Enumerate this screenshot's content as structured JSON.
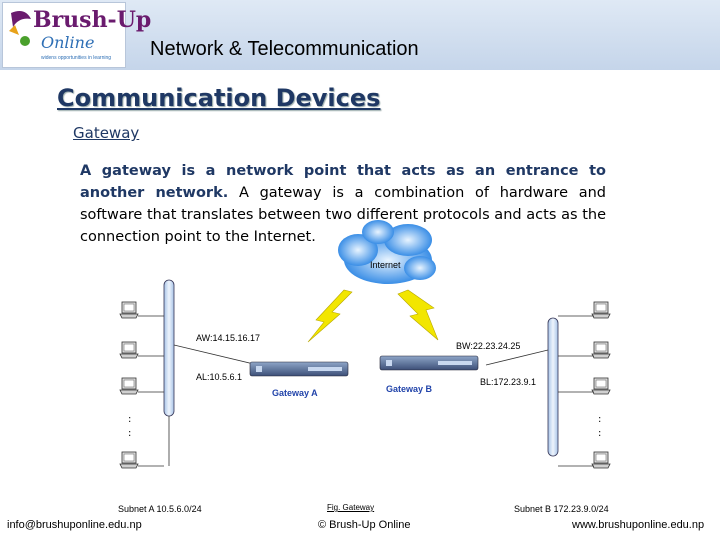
{
  "header": {
    "logo_line1": "Brush-Up",
    "logo_line2": "Online",
    "logo_tagline": "widens opportunities in learning",
    "title": "Network & Telecommunication"
  },
  "slide": {
    "section_title": "Communication Devices",
    "subtitle": "Gateway",
    "definition_bold": "A gateway is a network point that acts as an entrance to another network.",
    "definition_rest": " A gateway is a combination of hardware and software that translates between two different protocols and acts as the connection point to the Internet."
  },
  "diagram": {
    "cloud_label": "Internet",
    "aw_label": "AW:14.15.16.17",
    "al_label": "AL:10.5.6.1",
    "bw_label": "BW:22.23.24.25",
    "bl_label": "BL:172.23.9.1",
    "gateway_a": "Gateway A",
    "gateway_b": "Gateway B",
    "subnet_a": "Subnet A 10.5.6.0/24",
    "subnet_b": "Subnet B 172.23.9.0/24",
    "caption": "Fig. Gateway"
  },
  "footer": {
    "email": "info@brushuponline.edu.np",
    "copyright": "© Brush-Up Online",
    "website": "www.brushuponline.edu.np"
  },
  "colors": {
    "header_bg": "#c5d5ea",
    "title_blue": "#1f3864",
    "gateway_label": "#2244aa",
    "lightning": "#f2e600"
  }
}
